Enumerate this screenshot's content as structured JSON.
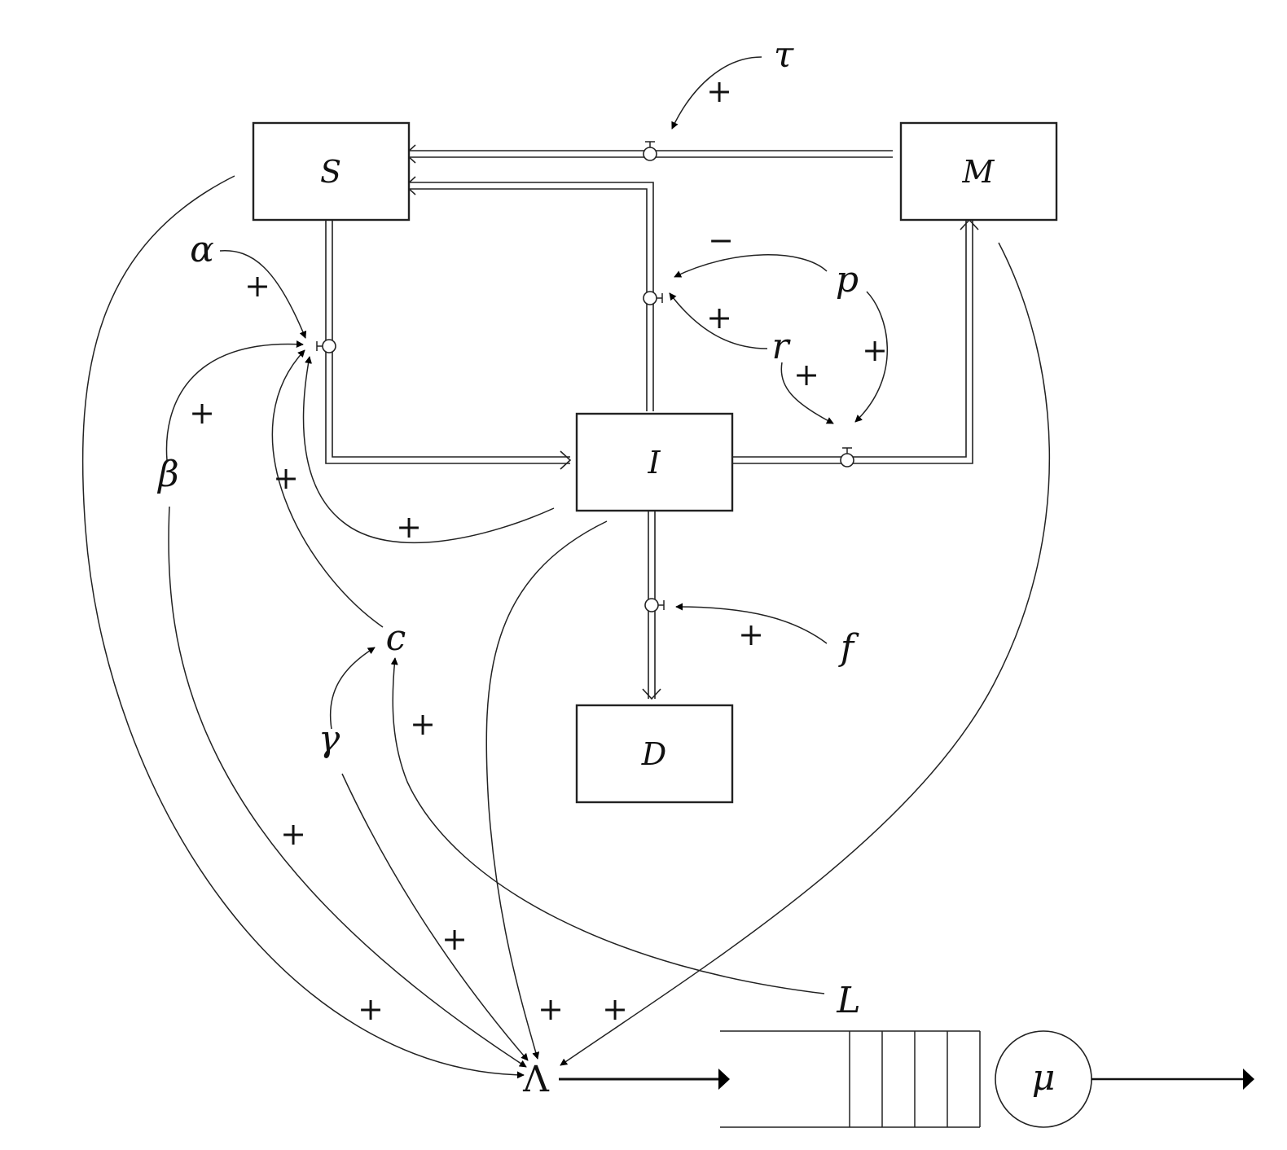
{
  "compartments": {
    "S": "S",
    "M": "M",
    "I": "I",
    "D": "D"
  },
  "parameters": {
    "tau": "τ",
    "alpha": "α",
    "beta": "β",
    "p": "p",
    "r": "r",
    "f": "f",
    "c": "c",
    "gamma": "γ",
    "L": "L",
    "Lambda": "Λ",
    "mu": "μ"
  },
  "signs": {
    "tau_flow": "+",
    "p_recovery": "−",
    "r_recovery": "+",
    "p_treatment": "+",
    "r_treatment": "+",
    "alpha_infection": "+",
    "beta_infection": "+",
    "c_infection": "+",
    "i_infection": "+",
    "f_death": "+",
    "gamma_c": "+",
    "l_c": "+",
    "s_lambda": "+",
    "beta_lambda": "+",
    "gamma_lambda": "+",
    "i_lambda": "+",
    "m_lambda": "+"
  },
  "queue": {
    "slots": 4
  }
}
